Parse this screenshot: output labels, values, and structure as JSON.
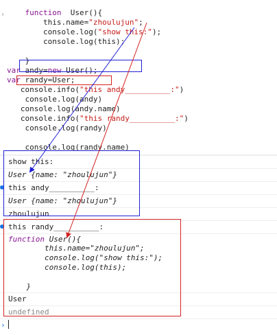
{
  "code_lines": [
    [
      "    ",
      "function",
      "  User(){"
    ],
    [
      "        this.name=",
      "\"zhoulujun\"",
      ";"
    ],
    [
      "        console.log(",
      "\"show this:\"",
      ");"
    ],
    [
      "        console.log(this);",
      "",
      ""
    ],
    [
      "",
      "",
      ""
    ],
    [
      "    }",
      "",
      ""
    ],
    [
      "    var andy=",
      "new",
      " User();"
    ],
    [
      "    var randy=User;",
      "",
      ""
    ],
    [
      "   console.info(",
      "\"this andy__________:\"",
      ")"
    ],
    [
      "    console.log(andy)",
      "",
      ""
    ],
    [
      "   console.log(andy.name)",
      "",
      ""
    ],
    [
      "   console.info(",
      "\"this randy__________:\"",
      ")"
    ],
    [
      "    console.log(randy)",
      "",
      ""
    ],
    [
      "",
      "",
      ""
    ],
    [
      "    console.log(randy.name)",
      "",
      ""
    ]
  ],
  "output": {
    "show_this": "show this:",
    "user_obj_1": "User {name: \"zhoulujun\"}",
    "this_andy": "this andy__________:",
    "user_obj_2": "User {name: \"zhoulujun\"}",
    "andy_name": "zhoulujun",
    "this_randy": "this randy__________:",
    "fn_line1": "function User(){",
    "fn_line2": "        this.name=\"zhoulujun\";",
    "fn_line3": "        console.log(\"show this:\");",
    "fn_line4": "        console.log(this);",
    "fn_line5": "",
    "fn_line6": "    }",
    "randy_name": "User",
    "return_value": "undefined"
  },
  "colors": {
    "keyword": "#881391",
    "string": "#c41a16",
    "blue_annotation": "#1f1fd6",
    "red_annotation": "#d42020",
    "info": "#1a73e8"
  }
}
